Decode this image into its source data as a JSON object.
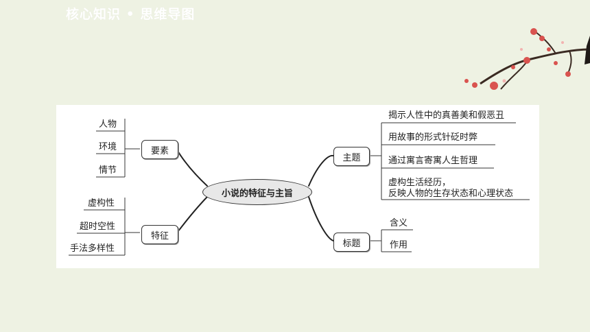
{
  "header": {
    "title": "核心知识 • 思维导图"
  },
  "mindmap": {
    "center": "小说的特征与主旨",
    "branches": {
      "elements": {
        "label": "要素",
        "leaves": [
          "人物",
          "环境",
          "情节"
        ]
      },
      "features": {
        "label": "特征",
        "leaves": [
          "虚构性",
          "超时空性",
          "手法多样性"
        ]
      },
      "theme": {
        "label": "主题",
        "leaves": [
          "揭示人性中的真善美和假恶丑",
          "用故事的形式针砭时弊",
          "通过寓言寄寓人生哲理",
          "虚构生活经历，",
          "反映人物的生存状态和心理状态"
        ]
      },
      "title_branch": {
        "label": "标题",
        "leaves": [
          "含义",
          "作用"
        ]
      }
    }
  },
  "colors": {
    "background": "#eef2e3",
    "panel": "#ffffff",
    "line": "#222222",
    "blossom": "#d9534f"
  }
}
